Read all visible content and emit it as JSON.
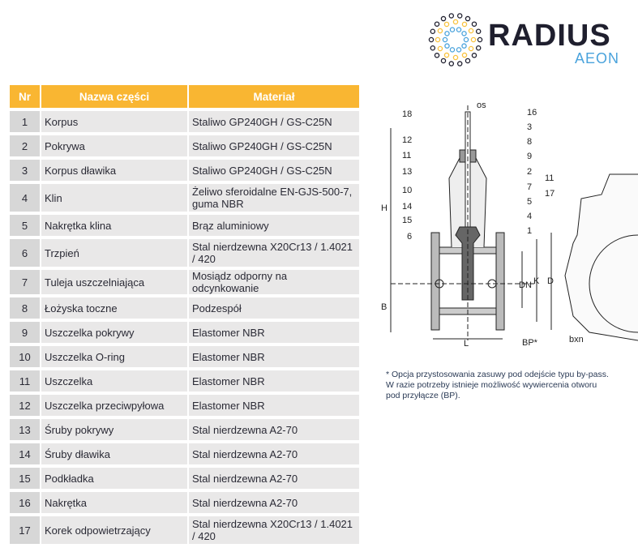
{
  "logo": {
    "brand": "RADIUS",
    "sub": "AEON",
    "colors": {
      "dark": "#1f1f2e",
      "yellow": "#f9c23c",
      "blue": "#4aa3dc"
    }
  },
  "table": {
    "headers": {
      "nr": "Nr",
      "name": "Nazwa części",
      "material": "Materiał"
    },
    "rows": [
      {
        "nr": "1",
        "name": "Korpus",
        "material": "Staliwo GP240GH / GS-C25N"
      },
      {
        "nr": "2",
        "name": "Pokrywa",
        "material": "Staliwo GP240GH / GS-C25N"
      },
      {
        "nr": "3",
        "name": "Korpus dławika",
        "material": "Staliwo GP240GH / GS-C25N"
      },
      {
        "nr": "4",
        "name": "Klin",
        "material": "Żeliwo sferoidalne EN-GJS-500-7, guma NBR"
      },
      {
        "nr": "5",
        "name": "Nakrętka klina",
        "material": "Brąz aluminiowy"
      },
      {
        "nr": "6",
        "name": "Trzpień",
        "material": "Stal nierdzewna X20Cr13 / 1.4021 / 420"
      },
      {
        "nr": "7",
        "name": "Tuleja uszczelniająca",
        "material": "Mosiądz odporny na odcynkowanie"
      },
      {
        "nr": "8",
        "name": "Łożyska toczne",
        "material": "Podzespół"
      },
      {
        "nr": "9",
        "name": "Uszczelka pokrywy",
        "material": "Elastomer NBR"
      },
      {
        "nr": "10",
        "name": "Uszczelka O-ring",
        "material": "Elastomer NBR"
      },
      {
        "nr": "11",
        "name": "Uszczelka",
        "material": "Elastomer NBR"
      },
      {
        "nr": "12",
        "name": "Uszczelka przeciwpyłowa",
        "material": "Elastomer NBR"
      },
      {
        "nr": "13",
        "name": "Śruby pokrywy",
        "material": "Stal nierdzewna A2-70"
      },
      {
        "nr": "14",
        "name": "Śruby dławika",
        "material": "Stal nierdzewna A2-70"
      },
      {
        "nr": "15",
        "name": "Podkładka",
        "material": "Stal nierdzewna A2-70"
      },
      {
        "nr": "16",
        "name": "Nakrętka",
        "material": "Stal nierdzewna A2-70"
      },
      {
        "nr": "17",
        "name": "Korek odpowietrzający",
        "material": "Stal nierdzewna X20Cr13 / 1.4021 / 420"
      }
    ]
  },
  "diagram": {
    "left_labels": [
      "18",
      "12",
      "11",
      "13",
      "10",
      "14",
      "15",
      "6"
    ],
    "right_labels": [
      "16",
      "3",
      "8",
      "9",
      "2",
      "7",
      "5",
      "4",
      "1"
    ],
    "side_labels": [
      "11",
      "17"
    ],
    "dims": {
      "os": "os",
      "H": "H",
      "B": "B",
      "L": "L",
      "DN": "DN",
      "K": "K",
      "D": "D",
      "bp": "BP*",
      "bxn": "bxn"
    }
  },
  "note": {
    "line1": "* Opcja przystosowania zasuwy pod odejście typu by-pass.",
    "line2": "W razie potrzeby istnieje możliwość wywiercenia otworu",
    "line3": "pod przyłącze (BP)."
  }
}
